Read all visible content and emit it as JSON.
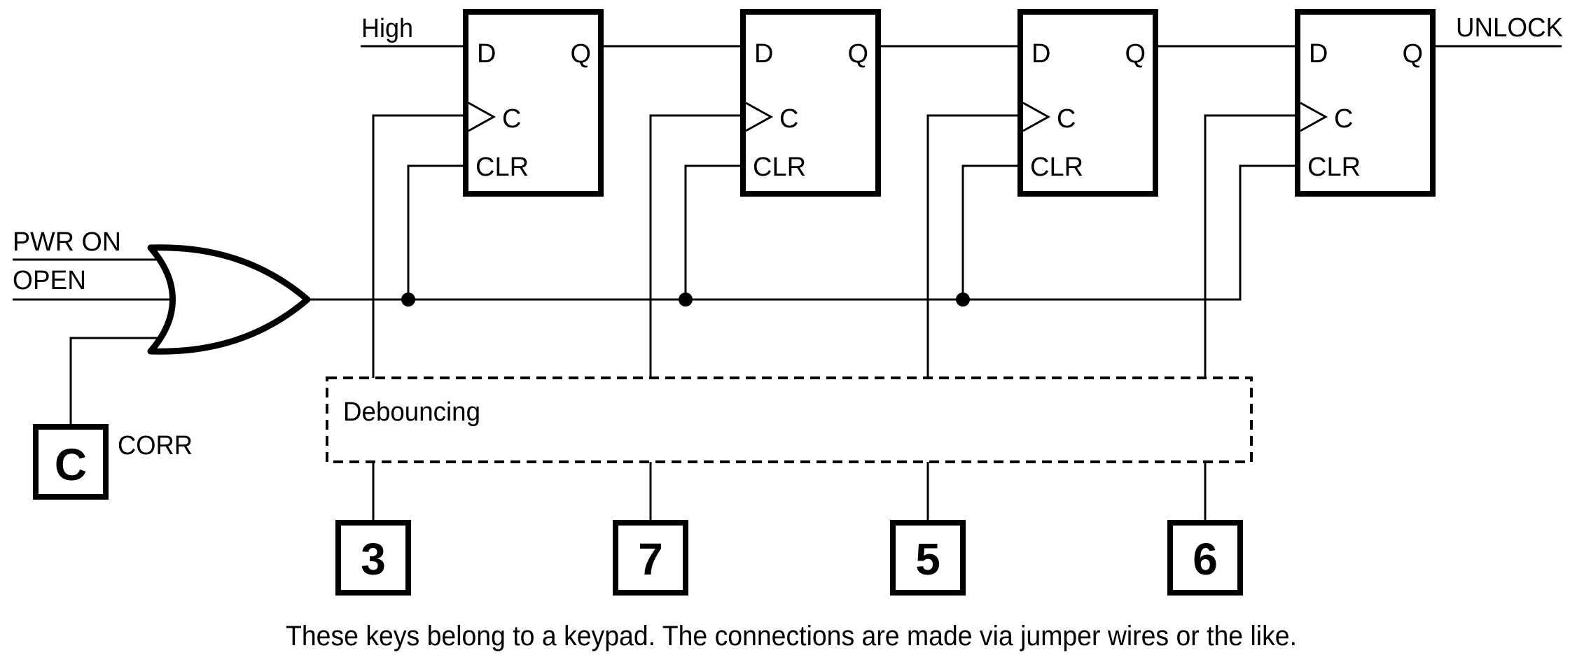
{
  "colors": {
    "background": "#ffffff",
    "line": "#000000"
  },
  "inputs": {
    "high": "High",
    "pwr_on": "PWR ON",
    "open": "OPEN"
  },
  "output": {
    "unlock": "UNLOCK"
  },
  "flip_flops": [
    {
      "d": "D",
      "q": "Q",
      "clock": "C",
      "clear": "CLR"
    },
    {
      "d": "D",
      "q": "Q",
      "clock": "C",
      "clear": "CLR"
    },
    {
      "d": "D",
      "q": "Q",
      "clock": "C",
      "clear": "CLR"
    },
    {
      "d": "D",
      "q": "Q",
      "clock": "C",
      "clear": "CLR"
    }
  ],
  "debouncing": {
    "label": "Debouncing"
  },
  "keys": {
    "correct": {
      "label": "C",
      "name": "CORR"
    },
    "code": [
      "3",
      "7",
      "5",
      "6"
    ]
  },
  "caption": "These keys belong to a keypad. The connections are made via jumper wires or the like."
}
